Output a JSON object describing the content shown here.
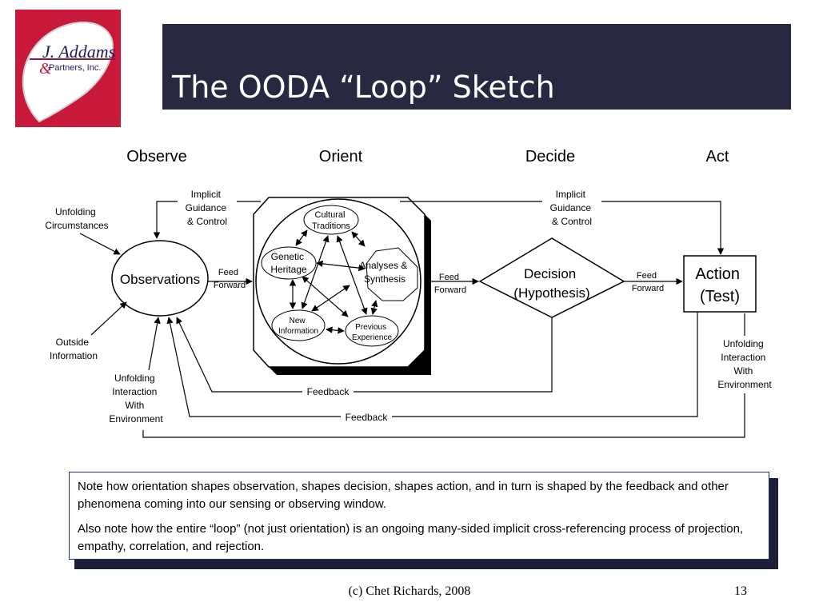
{
  "logo": {
    "name_line": "J. Addams",
    "partners_line": "Partners, Inc.",
    "amp": "&",
    "bg_color": "#c8193b"
  },
  "title": "The OODA “Loop” Sketch",
  "phases": [
    "Observe",
    "Orient",
    "Decide",
    "Act"
  ],
  "diagram": {
    "implicit_guidance_left": [
      "Implicit",
      "Guidance",
      "& Control"
    ],
    "implicit_guidance_right": [
      "Implicit",
      "Guidance",
      "& Control"
    ],
    "unfolding_circumstances": [
      "Unfolding",
      "Circumstances"
    ],
    "observations": "Observations",
    "feed_forward_1": [
      "Feed",
      "Forward"
    ],
    "feed_forward_2": [
      "Feed",
      "Forward"
    ],
    "feed_forward_3": [
      "Feed",
      "Forward"
    ],
    "cultural_traditions": [
      "Cultural",
      "Traditions"
    ],
    "genetic_heritage": [
      "Genetic",
      "Heritage"
    ],
    "analyses_synthesis": [
      "Analyses &",
      "Synthesis"
    ],
    "new_information": [
      "New",
      "Information"
    ],
    "previous_experience": [
      "Previous",
      "Experience"
    ],
    "decision": [
      "Decision",
      "(Hypothesis)"
    ],
    "action": [
      "Action",
      "(Test)"
    ],
    "outside_information": [
      "Outside",
      "Information"
    ],
    "unfolding_interaction_left": [
      "Unfolding",
      "Interaction",
      "With",
      "Environment"
    ],
    "unfolding_interaction_right": [
      "Unfolding",
      "Interaction",
      "With",
      "Environment"
    ],
    "feedback_1": "Feedback",
    "feedback_2": "Feedback"
  },
  "note": {
    "para1": "Note how orientation shapes observation, shapes decision, shapes action, and in turn is shaped by the feedback and other phenomena coming into our sensing or observing window.",
    "para2": "Also note how the entire “loop” (not just orientation) is an ongoing many-sided implicit cross-referencing process of projection, empathy, correlation, and rejection."
  },
  "footer": {
    "credit": "(c) Chet Richards, 2008",
    "page": "13"
  }
}
